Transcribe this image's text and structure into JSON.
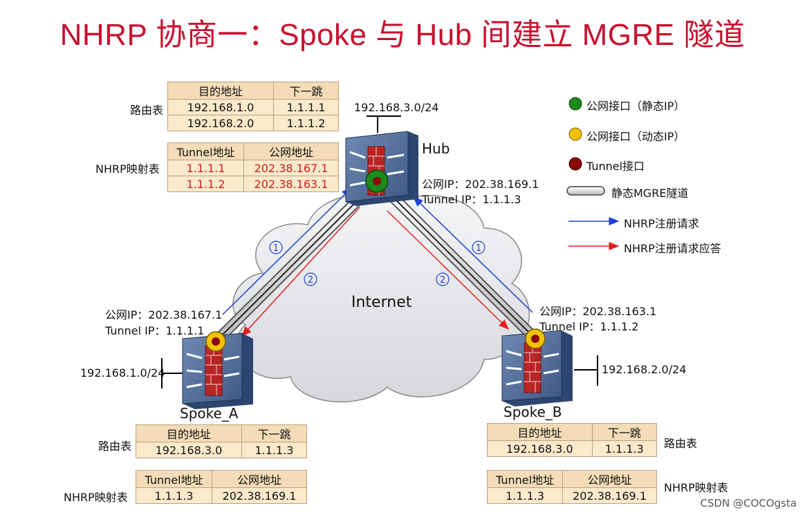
{
  "title": "NHRP 协商一：Spoke 与 Hub 间建立 MGRE 隧道",
  "hub": {
    "name": "Hub",
    "subnet": "192.168.3.0/24",
    "public_ip": "公网IP：202.38.169.1",
    "tunnel_ip": "Tunnel IP：1.1.1.3",
    "route_label": "路由表",
    "nhrp_label": "NHRP映射表",
    "route_table": {
      "headers": [
        "目的地址",
        "下一跳"
      ],
      "rows": [
        [
          "192.168.1.0",
          "1.1.1.1"
        ],
        [
          "192.168.2.0",
          "1.1.1.2"
        ]
      ]
    },
    "nhrp_table": {
      "headers": [
        "Tunnel地址",
        "公网地址"
      ],
      "rows": [
        [
          "1.1.1.1",
          "202.38.167.1"
        ],
        [
          "1.1.1.2",
          "202.38.163.1"
        ]
      ]
    }
  },
  "spoke_a": {
    "name": "Spoke_A",
    "subnet": "192.168.1.0/24",
    "public_ip": "公网IP：202.38.167.1",
    "tunnel_ip": "Tunnel IP：1.1.1.1",
    "route_label": "路由表",
    "nhrp_label": "NHRP映射表",
    "route_table": {
      "headers": [
        "目的地址",
        "下一跳"
      ],
      "rows": [
        [
          "192.168.3.0",
          "1.1.1.3"
        ]
      ]
    },
    "nhrp_table": {
      "headers": [
        "Tunnel地址",
        "公网地址"
      ],
      "rows": [
        [
          "1.1.1.3",
          "202.38.169.1"
        ]
      ]
    }
  },
  "spoke_b": {
    "name": "Spoke_B",
    "subnet": "192.168.2.0/24",
    "public_ip": "公网IP：202.38.163.1",
    "tunnel_ip": "Tunnel IP：1.1.1.2",
    "route_label": "路由表",
    "nhrp_label": "NHRP映射表",
    "route_table": {
      "headers": [
        "目的地址",
        "下一跳"
      ],
      "rows": [
        [
          "192.168.3.0",
          "1.1.1.3"
        ]
      ]
    },
    "nhrp_table": {
      "headers": [
        "Tunnel地址",
        "公网地址"
      ],
      "rows": [
        [
          "1.1.1.3",
          "202.38.169.1"
        ]
      ]
    }
  },
  "internet_label": "Internet",
  "step_labels": [
    "1",
    "2"
  ],
  "legend": {
    "static_public": "公网接口（静态IP）",
    "dynamic_public": "公网接口（动态IP）",
    "tunnel_if": "Tunnel接口",
    "mgre_tunnel": "静态MGRE隧道",
    "nhrp_request": "NHRP注册请求",
    "nhrp_reply": "NHRP注册请求应答"
  },
  "colors": {
    "title": "#c8102e",
    "request": "#1f3fd6",
    "reply": "#e02020",
    "static_if": "#1a8a1a",
    "dynamic_if": "#f2c200",
    "tunnel_if": "#8b0a0a"
  },
  "watermark": "CSDN @COCOgsta"
}
